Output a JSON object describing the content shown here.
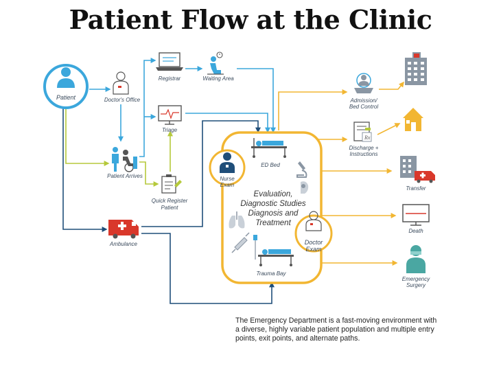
{
  "title": "Patient Flow at the Clinic",
  "nodes": {
    "patient": "Patient",
    "doctors_office": "Doctor's Office",
    "registrar": "Registrar",
    "waiting_area": "Waiting Area",
    "triage": "Triage",
    "patient_arrives": "Patient Arrives",
    "quick_register_1": "Quick Register",
    "quick_register_2": "Patient",
    "ambulance": "Ambulance",
    "ed_bed": "ED Bed",
    "nurse_exam_1": "Nurse",
    "nurse_exam_2": "Exam",
    "doctor_exam_1": "Doctor",
    "doctor_exam_2": "Exam",
    "trauma_bay": "Trauma Bay",
    "center_1": "Evaluation,",
    "center_2": "Diagnostic Studies",
    "center_3": "Diagnosis and",
    "center_4": "Treatment",
    "admission_1": "Admission/",
    "admission_2": "Bed Control",
    "discharge_1": "Discharge +",
    "discharge_2": "Instructions",
    "transfer": "Transfer",
    "death": "Death",
    "emergency_surgery_1": "Emergency",
    "emergency_surgery_2": "Surgery"
  },
  "caption": "The Emergency Department is a fast-moving environment with a diverse, highly variable patient population and multiple entry points, exit points, and alternate paths.",
  "colors": {
    "blue": "#3ba7dc",
    "yellow": "#f2b632",
    "navy": "#1f4e79",
    "green": "#b5c93b",
    "red": "#d9382b",
    "teal": "#4aa7a2"
  }
}
